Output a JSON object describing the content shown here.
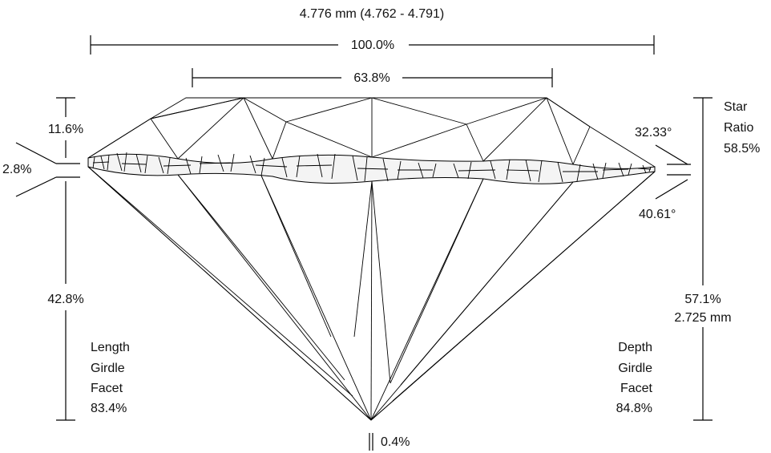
{
  "diameter": {
    "total_text": "4.776 mm (4.762 - 4.791)",
    "diameter_pct": "100.0%",
    "table_pct": "63.8%"
  },
  "left": {
    "crown_height": "11.6%",
    "girdle_thickness": "2.8%",
    "pavilion_depth": "42.8%",
    "lower_label_lines": [
      "Length",
      "Girdle",
      "Facet",
      "83.4%"
    ]
  },
  "right": {
    "star_ratio_lines": [
      "Star",
      "Ratio",
      "58.5%"
    ],
    "crown_angle": "32.33°",
    "pavilion_angle": "40.61°",
    "total_depth_pct": "57.1%",
    "total_depth_mm": "2.725 mm",
    "lower_label_lines": [
      "Depth",
      "Girdle",
      "Facet",
      "84.8%"
    ]
  },
  "culet": "0.4%"
}
